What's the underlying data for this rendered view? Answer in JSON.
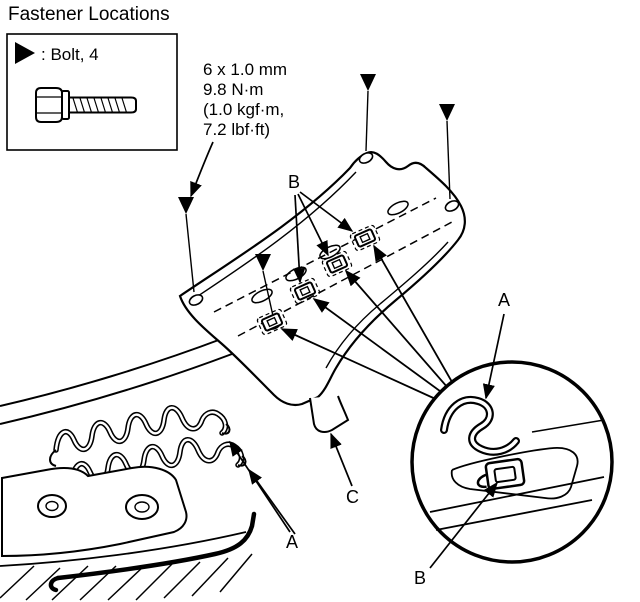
{
  "title": "Fastener Locations",
  "legend": {
    "marker_icon": "bolt-marker-triangle-icon",
    "bolt_label": ": Bolt, 4",
    "bolt_icon": "hex-flange-bolt-icon"
  },
  "torque_spec": {
    "lines": [
      "6 x 1.0 mm",
      "9.8 N·m",
      "(1.0 kgf·m,",
      "7.2 lbf·ft)"
    ]
  },
  "callouts": {
    "b_clips": "B",
    "a_springs": "A",
    "c_panel": "C",
    "a_detail": "A",
    "b_detail": "B"
  },
  "colors": {
    "ink": "#000000",
    "paper": "#ffffff"
  }
}
